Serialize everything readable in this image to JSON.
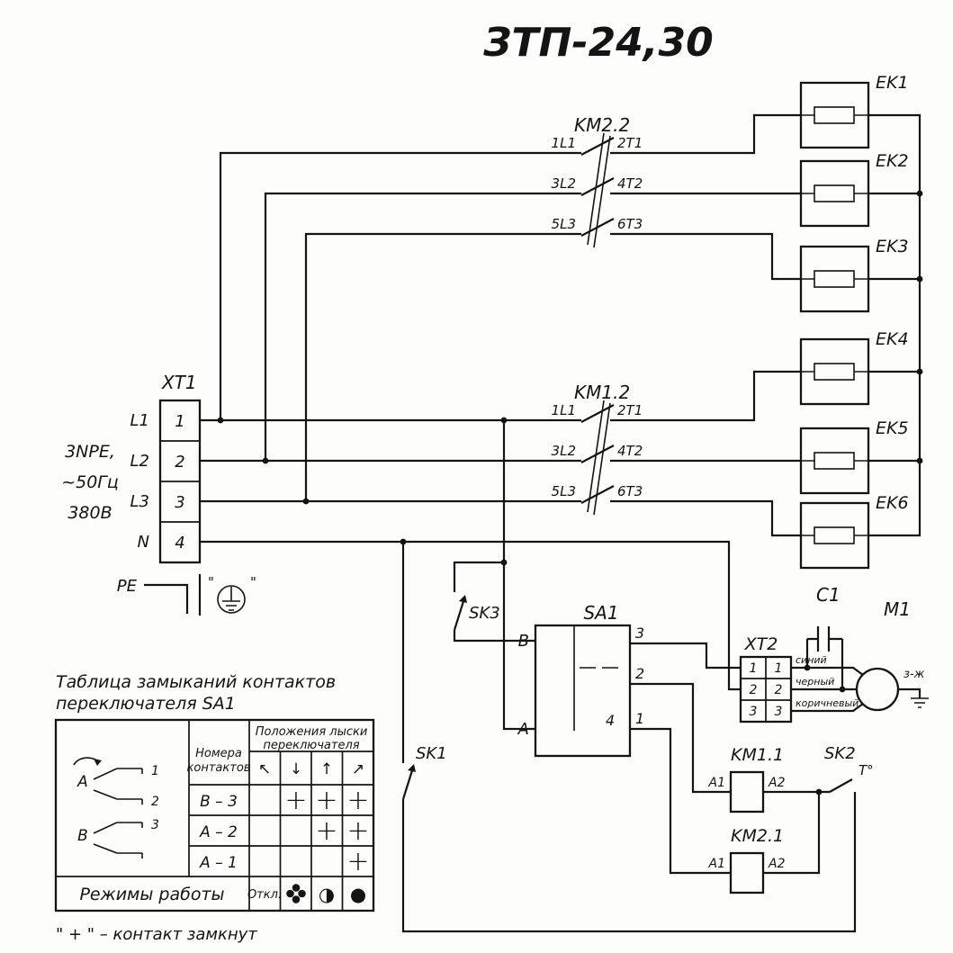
{
  "title": "ЗТП-24,30",
  "supply": {
    "line1": "3NPE,",
    "line2": "~50Гц",
    "line3": "380В"
  },
  "xt1": {
    "label": "XT1",
    "terminals": [
      {
        "phase": "L1",
        "num": "1"
      },
      {
        "phase": "L2",
        "num": "2"
      },
      {
        "phase": "L3",
        "num": "3"
      },
      {
        "phase": "N",
        "num": "4"
      }
    ]
  },
  "pe": {
    "label": "PE",
    "q1": "\"",
    "q2": "\""
  },
  "km22": {
    "label": "KM2.2",
    "rows": [
      {
        "l": "1L1",
        "r": "2T1"
      },
      {
        "l": "3L2",
        "r": "4T2"
      },
      {
        "l": "5L3",
        "r": "6T3"
      }
    ]
  },
  "km12": {
    "label": "KM1.2",
    "rows": [
      {
        "l": "1L1",
        "r": "2T1"
      },
      {
        "l": "3L2",
        "r": "4T2"
      },
      {
        "l": "5L3",
        "r": "6T3"
      }
    ]
  },
  "heaters": [
    "EK1",
    "EK2",
    "EK3",
    "EK4",
    "EK5",
    "EK6"
  ],
  "sk1": "SK1",
  "sk2": "SK2",
  "sk3": "SK3",
  "temp": "T°",
  "sa1": {
    "label": "SA1",
    "b": "В",
    "a": "А",
    "t3": "3",
    "t2": "2",
    "t1": "1",
    "t4": "4"
  },
  "xt2": {
    "label": "XT2",
    "cells": [
      [
        "1",
        "1"
      ],
      [
        "2",
        "2"
      ],
      [
        "3",
        "3"
      ]
    ]
  },
  "c1": "C1",
  "motor": {
    "label": "M1",
    "wire1": "синий",
    "wire2": "черный",
    "wire3": "коричневый",
    "ground": "з-ж"
  },
  "km11": {
    "label": "KM1.1",
    "a1": "A1",
    "a2": "A2"
  },
  "km21": {
    "label": "KM2.1",
    "a1": "A1",
    "a2": "A2"
  },
  "table": {
    "title1": "Таблица замыканий контактов",
    "title2": "переключателя SA1",
    "contacts_hdr1": "Номера",
    "contacts_hdr2": "контактов",
    "positions_hdr1": "Положения лыски",
    "positions_hdr2": "переключателя",
    "arrows": [
      "↖",
      "↓",
      "↑",
      "↗"
    ],
    "rows": [
      {
        "label": "В – 3",
        "m1": "",
        "m2": "+",
        "m3": "+",
        "m4": "+"
      },
      {
        "label": "А – 2",
        "m1": "",
        "m2": "",
        "m3": "+",
        "m4": "+"
      },
      {
        "label": "А – 1",
        "m1": "",
        "m2": "",
        "m3": "",
        "m4": "+"
      }
    ],
    "modes_label": "Режимы работы",
    "mode_off": "Откл.",
    "mode_half": "◑",
    "mode_full": "●",
    "diag": {
      "a": "А",
      "b": "В",
      "n1": "1",
      "n2": "2",
      "n3": "3"
    }
  },
  "footnote": "\" + \" – контакт замкнут"
}
